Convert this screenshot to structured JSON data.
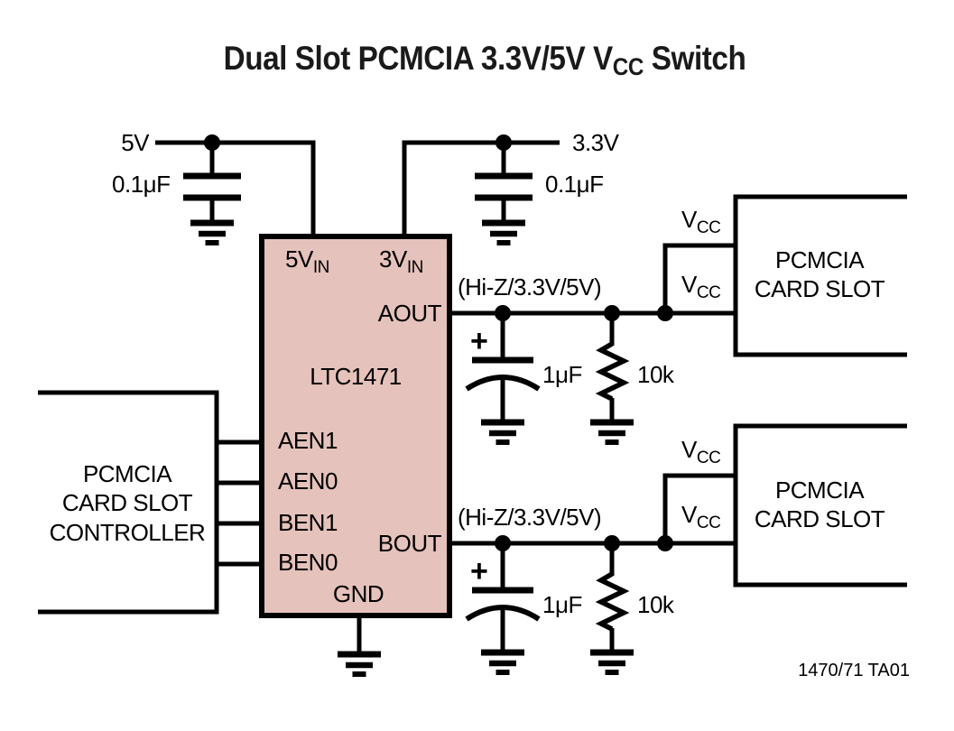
{
  "colors": {
    "chip_fill": "#e5c2bb",
    "line": "#000000",
    "background": "#ffffff"
  },
  "title": {
    "main": "Dual Slot PCMCIA 3.3V/5V V",
    "sub": "CC",
    "tail": " Switch"
  },
  "supplies": {
    "v5": {
      "label": "5V",
      "cap_value": "0.1μF"
    },
    "v3": {
      "label": "3.3V",
      "cap_value": "0.1μF"
    }
  },
  "chip": {
    "part_number": "LTC1471",
    "pins": {
      "vin5": {
        "main": "5V",
        "sub": "IN"
      },
      "vin3": {
        "main": "3V",
        "sub": "IN"
      },
      "aout": "AOUT",
      "bout": "BOUT",
      "aen1": "AEN1",
      "aen0": "AEN0",
      "ben1": "BEN1",
      "ben0": "BEN0",
      "gnd": "GND"
    }
  },
  "controller": {
    "line1": "PCMCIA",
    "line2": "CARD SLOT",
    "line3": "CONTROLLER"
  },
  "outputs": {
    "a": {
      "state": "(Hi-Z/3.3V/5V)",
      "cap_polarity": "+",
      "cap_value": "1μF",
      "resistor_value": "10k"
    },
    "b": {
      "state": "(Hi-Z/3.3V/5V)",
      "cap_polarity": "+",
      "cap_value": "1μF",
      "resistor_value": "10k"
    }
  },
  "slots": {
    "a": {
      "vcc_upper": {
        "main": "V",
        "sub": "CC"
      },
      "vcc_lower": {
        "main": "V",
        "sub": "CC"
      },
      "line1": "PCMCIA",
      "line2": "CARD SLOT"
    },
    "b": {
      "vcc_upper": {
        "main": "V",
        "sub": "CC"
      },
      "vcc_lower": {
        "main": "V",
        "sub": "CC"
      },
      "line1": "PCMCIA",
      "line2": "CARD SLOT"
    }
  },
  "footer": {
    "ref": "1470/71 TA01"
  }
}
